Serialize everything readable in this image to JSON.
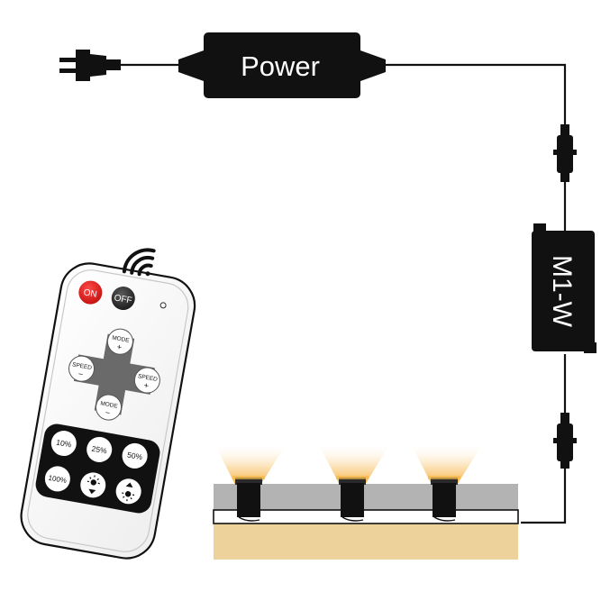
{
  "power_supply": {
    "label": "Power"
  },
  "controller": {
    "label": "M1-W"
  },
  "remote": {
    "on_label": "ON",
    "off_label": "OFF",
    "mode_up_label": "MODE",
    "mode_down_label": "MODE",
    "speed_left_label": "SPEED",
    "speed_right_label": "SPEED",
    "plus_sign": "+",
    "minus_sign": "−",
    "pct_10": "10%",
    "pct_25": "25%",
    "pct_50": "50%",
    "pct_100": "100%",
    "icons": [
      "wifi-signal-icon",
      "brightness-down-icon",
      "brightness-up-icon",
      "plug-icon"
    ]
  },
  "colors": {
    "device": "#111111",
    "on_button": "#e02020",
    "panel_gray": "#b3b3b3",
    "wood": "#edd29b",
    "light_glow": "#f5b94a"
  }
}
